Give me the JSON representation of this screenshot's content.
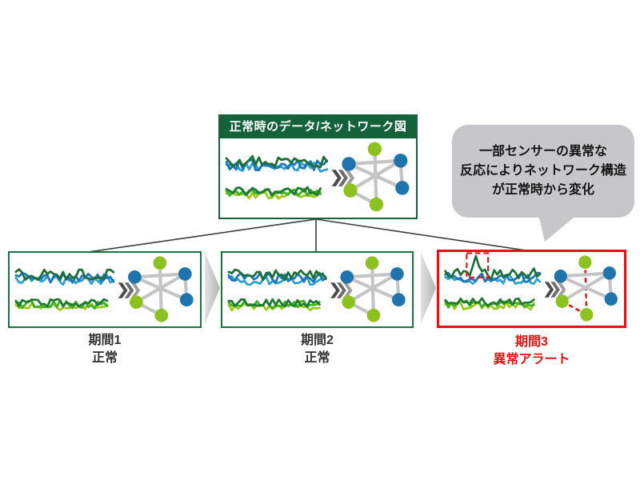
{
  "diagram": {
    "top_box": {
      "title": "正常時のデータ/ネットワーク図"
    },
    "callout": {
      "text_lines": [
        "一部センサーの異常な",
        "反応によりネットワーク構造",
        "が正常時から変化"
      ]
    },
    "periods": [
      {
        "name": "期間1",
        "status": "正常",
        "state": "normal"
      },
      {
        "name": "期間2",
        "status": "正常",
        "state": "normal"
      },
      {
        "name": "期間3",
        "status": "異常アラート",
        "state": "alert"
      }
    ],
    "icons": {
      "flow": "fast-forward-chevron",
      "transition": "right-pointing-triangle-arrow"
    },
    "colors": {
      "header_green": "#14623a",
      "box_green": "#17753f",
      "alert_red": "#e01212",
      "node_blue": "#1f74ad",
      "node_green": "#8cc220",
      "edge_gray": "#c4c4c4",
      "bubble_gray": "#c7c7c9",
      "connector_dark": "#3d3d3d",
      "arrow_gray_light": "#e2e2e2",
      "arrow_gray_dark": "#b4b4b4",
      "wave_colors_top": [
        "#1d6e38",
        "#1b75bb",
        "#2aa0cf"
      ],
      "wave_colors_bottom": [
        "#9ac916",
        "#3faf25",
        "#1e7a2e"
      ]
    },
    "network": {
      "nodes": [
        {
          "id": "top",
          "color": "green"
        },
        {
          "id": "upper-left",
          "color": "blue"
        },
        {
          "id": "upper-right",
          "color": "blue"
        },
        {
          "id": "lower-left",
          "color": "green"
        },
        {
          "id": "lower-right",
          "color": "blue"
        },
        {
          "id": "bottom",
          "color": "green"
        }
      ],
      "edges_normal": [
        [
          "top",
          "bottom"
        ],
        [
          "upper-left",
          "upper-right"
        ],
        [
          "upper-left",
          "lower-right"
        ],
        [
          "upper-right",
          "lower-left"
        ],
        [
          "upper-right",
          "lower-right"
        ],
        [
          "lower-left",
          "bottom"
        ]
      ],
      "edges_alert_changed": [
        [
          "top",
          "bottom"
        ],
        [
          "lower-left",
          "bottom"
        ]
      ]
    }
  }
}
